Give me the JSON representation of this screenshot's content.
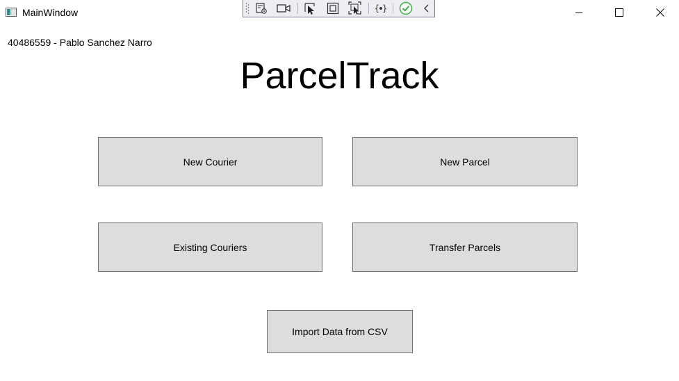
{
  "window": {
    "title": "MainWindow"
  },
  "debug_toolbar": {
    "tools": [
      "live-visual-tree-icon",
      "record-icon",
      "select-element-icon",
      "display-layout-adorners-icon",
      "track-focused-element-icon",
      "binding-failures-icon",
      "hot-reload-ok-icon",
      "collapse-icon"
    ],
    "status_color": "#3cb043"
  },
  "content": {
    "student_label": "40486559 - Pablo Sanchez Narro",
    "app_title": "ParcelTrack",
    "buttons": {
      "new_courier": "New Courier",
      "new_parcel": "New Parcel",
      "existing_couriers": "Existing Couriers",
      "transfer_parcels": "Transfer Parcels",
      "import_csv": "Import Data from CSV"
    }
  },
  "colors": {
    "button_bg": "#dddddd",
    "button_border": "#707070",
    "window_bg": "#ffffff"
  }
}
